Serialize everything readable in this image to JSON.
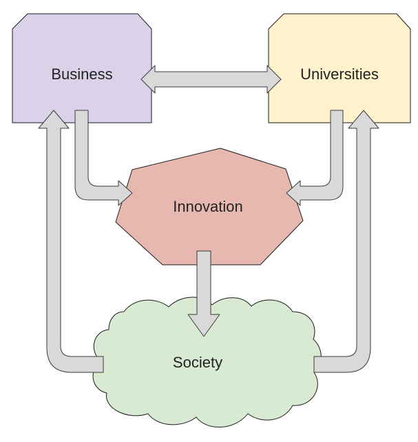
{
  "nodes": {
    "business": {
      "label": "Business",
      "color": "#d9d2e9"
    },
    "universities": {
      "label": "Universities",
      "color": "#fff2cc"
    },
    "innovation": {
      "label": "Innovation",
      "color": "#e6b8af"
    },
    "society": {
      "label": "Society",
      "color": "#d9ead3"
    }
  },
  "arrow_color": "#d9d9d9",
  "edges": [
    {
      "from": "business",
      "to": "universities",
      "direction": "both"
    },
    {
      "from": "business",
      "to": "innovation",
      "direction": "forward"
    },
    {
      "from": "universities",
      "to": "innovation",
      "direction": "forward"
    },
    {
      "from": "innovation",
      "to": "society",
      "direction": "forward"
    },
    {
      "from": "society",
      "to": "business",
      "direction": "forward"
    },
    {
      "from": "society",
      "to": "universities",
      "direction": "forward"
    }
  ]
}
